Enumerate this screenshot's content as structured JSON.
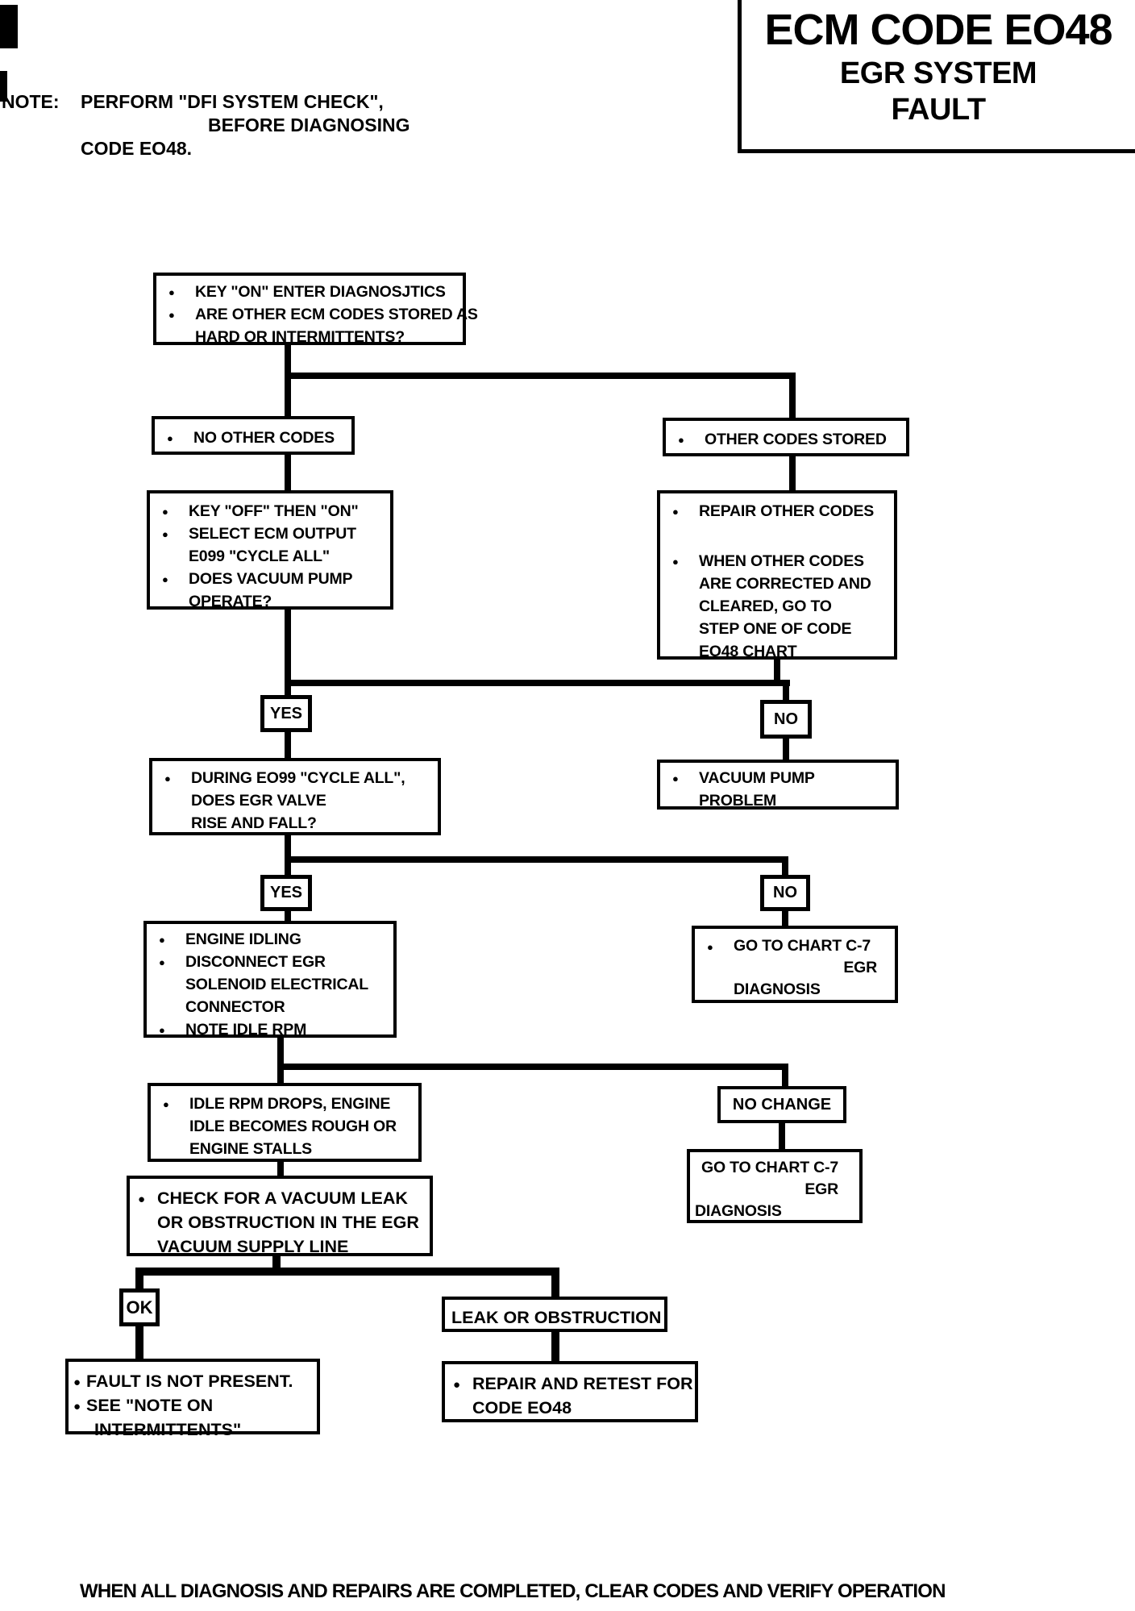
{
  "title": {
    "l1": "ECM CODE EO48",
    "l2": "EGR SYSTEM",
    "l3": "FAULT"
  },
  "note": {
    "label": "NOTE:",
    "l1": "PERFORM \"DFI SYSTEM CHECK\",",
    "l2": "BEFORE DIAGNOSING",
    "l3": "CODE EO48."
  },
  "footer": "WHEN ALL DIAGNOSIS AND REPAIRS ARE COMPLETED, CLEAR CODES AND VERIFY OPERATION",
  "colors": {
    "ink": "#000000",
    "paper": "#ffffff"
  },
  "nodes": {
    "start": {
      "lines": [
        {
          "b": "●",
          "t": "KEY \"ON\" ENTER DIAGNOSJTICS"
        },
        {
          "b": "●",
          "t": "ARE OTHER ECM CODES STORED AS"
        },
        {
          "t": "HARD OR INTERMITTENTS?"
        }
      ]
    },
    "no_other": {
      "lines": [
        {
          "b": "●",
          "t": "NO OTHER CODES"
        }
      ]
    },
    "other_stored": {
      "lines": [
        {
          "b": "●",
          "t": "OTHER CODES STORED"
        }
      ]
    },
    "key_off": {
      "lines": [
        {
          "b": "●",
          "t": "KEY \"OFF\" THEN \"ON\""
        },
        {
          "b": "●",
          "t": "SELECT ECM OUTPUT"
        },
        {
          "t": "E099 \"CYCLE ALL\""
        },
        {
          "b": "●",
          "t": "DOES VACUUM PUMP"
        },
        {
          "t": "OPERATE?"
        }
      ]
    },
    "repair_other": {
      "lines": [
        {
          "b": "●",
          "t": "REPAIR OTHER CODES"
        },
        {
          "b": "●",
          "t": "WHEN OTHER CODES"
        },
        {
          "t": "ARE CORRECTED AND"
        },
        {
          "t": "CLEARED, GO TO"
        },
        {
          "t": "STEP ONE OF CODE"
        },
        {
          "t": "EO48 CHART"
        }
      ]
    },
    "yes1": "YES",
    "no1": "NO",
    "during_e099": {
      "lines": [
        {
          "b": "●",
          "t": "DURING EO99 \"CYCLE ALL\","
        },
        {
          "t": "DOES EGR VALVE"
        },
        {
          "t": "RISE AND FALL?"
        }
      ]
    },
    "vacuum_problem": {
      "lines": [
        {
          "b": "●",
          "t": "VACUUM PUMP"
        },
        {
          "t": "PROBLEM"
        }
      ]
    },
    "yes2": "YES",
    "no2": "NO",
    "go_chart_1": {
      "lines": [
        {
          "b": "●",
          "t": "GO TO CHART C-7"
        },
        {
          "t": "EGR"
        },
        {
          "t": "DIAGNOSIS"
        }
      ]
    },
    "engine_idling": {
      "lines": [
        {
          "b": "●",
          "t": "ENGINE IDLING"
        },
        {
          "b": "●",
          "t": "DISCONNECT EGR"
        },
        {
          "t": "SOLENOID ELECTRICAL"
        },
        {
          "t": "CONNECTOR"
        },
        {
          "b": "●",
          "t": "NOTE IDLE RPM"
        }
      ]
    },
    "idle_rpm": {
      "lines": [
        {
          "b": "●",
          "t": "IDLE RPM DROPS, ENGINE"
        },
        {
          "t": "IDLE BECOMES ROUGH OR"
        },
        {
          "t": "ENGINE STALLS"
        }
      ]
    },
    "no_change": "NO CHANGE",
    "go_chart_2": {
      "lines": [
        {
          "t": "GO TO CHART C-7"
        },
        {
          "t": "EGR"
        },
        {
          "t": "DIAGNOSIS"
        }
      ]
    },
    "check_leak": {
      "lines": [
        {
          "b": "●",
          "t": "CHECK FOR A VACUUM LEAK"
        },
        {
          "t": "OR OBSTRUCTION IN THE EGR"
        },
        {
          "t": "VACUUM SUPPLY LINE"
        }
      ]
    },
    "ok": "OK",
    "leak_obstruction": "LEAK OR OBSTRUCTION",
    "fault_not_present": {
      "lines": [
        {
          "b": "●",
          "t": "FAULT IS NOT PRESENT."
        },
        {
          "b": "●",
          "t": "SEE \"NOTE ON"
        },
        {
          "t": "INTERMITTENTS\""
        }
      ]
    },
    "repair_retest": {
      "lines": [
        {
          "b": "●",
          "t": "REPAIR AND RETEST FOR"
        },
        {
          "t": "CODE EO48"
        }
      ]
    }
  }
}
